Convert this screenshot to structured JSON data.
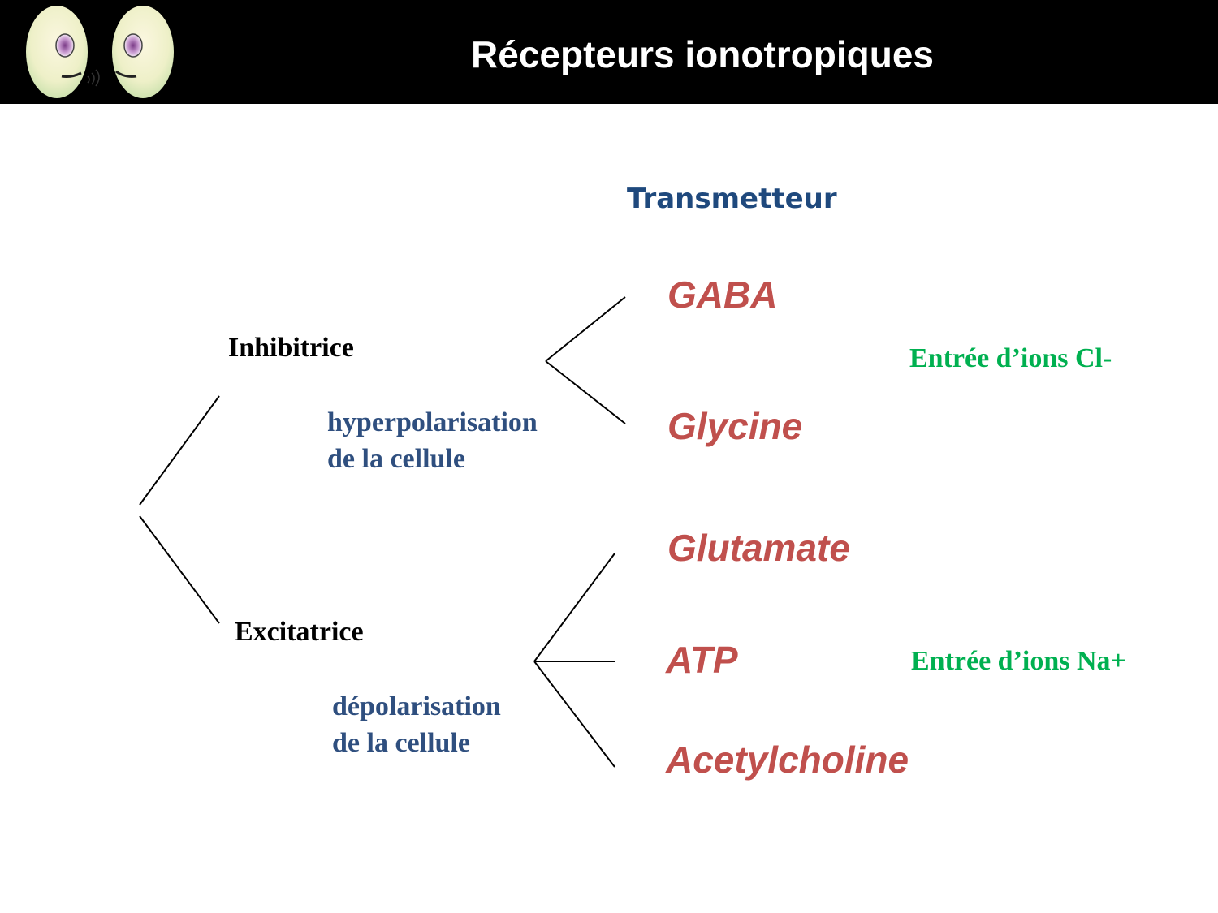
{
  "header": {
    "title": "Récepteurs ionotropiques"
  },
  "diagram": {
    "column_header": "Transmetteur",
    "branches": {
      "inhibitory": {
        "label": "Inhibitrice",
        "effect_line1": "hyperpolarisation",
        "effect_line2": "de la cellule",
        "transmitters": [
          "GABA",
          "Glycine"
        ],
        "ion_note": "Entrée d’ions Cl-"
      },
      "excitatory": {
        "label": "Excitatrice",
        "effect_line1": "dépolarisation",
        "effect_line2": "de la cellule",
        "transmitters": [
          "Glutamate",
          "ATP",
          "Acetylcholine"
        ],
        "ion_note": "Entrée d’ions Na+"
      }
    }
  },
  "colors": {
    "header_bg": "#000000",
    "column_header": "#1f497d",
    "effect_text": "#2f4f7f",
    "transmitter_text": "#c0504d",
    "ion_text": "#00b050"
  },
  "icons": [
    "talking-faces-logo-icon"
  ]
}
